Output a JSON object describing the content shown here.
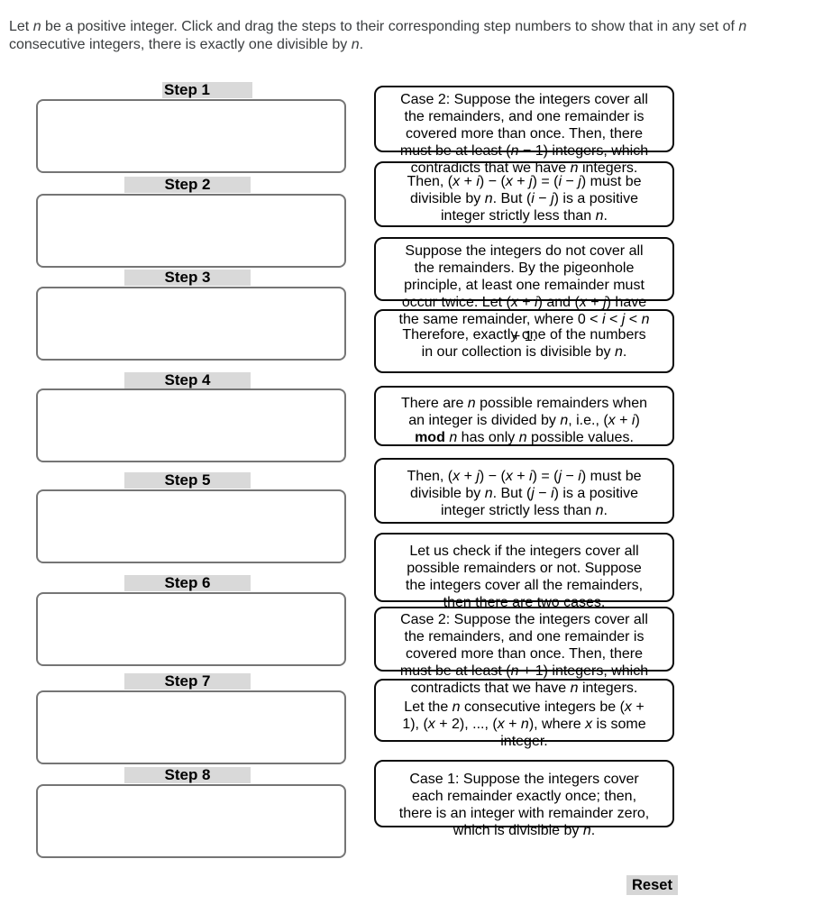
{
  "instructions": {
    "lines": [
      "Let *n* be a positive integer. Click and drag the steps to their corresponding step numbers to show that in any set of *n*",
      "consecutive integers, there is exactly one divisible by *n*."
    ]
  },
  "steps": [
    {
      "label": "Step 1"
    },
    {
      "label": "Step 2"
    },
    {
      "label": "Step 3"
    },
    {
      "label": "Step 4"
    },
    {
      "label": "Step 5"
    },
    {
      "label": "Step 6"
    },
    {
      "label": "Step 7"
    },
    {
      "label": "Step 8"
    }
  ],
  "cards": [
    {
      "lines": [
        "Case 2: Suppose the integers cover all",
        "the remainders, and one remainder is",
        "covered more than once. Then, there",
        "must be at least (*n* − 1) integers, which",
        "contradicts that we have *n* integers."
      ]
    },
    {
      "lines": [
        "Then, (*x* + *i*) − (*x* + *j*) = (*i* − *j*) must be",
        "divisible by *n*. But (*i* − *j*) is a positive",
        "integer strictly less than *n*."
      ]
    },
    {
      "lines": [
        "Suppose the integers do not cover all",
        "the remainders. By the pigeonhole",
        "principle, at least one remainder must",
        "occur twice. Let (*x* + *i*) and (*x* + *j*) have",
        "the same remainder, where 0 < *i* < *j* < *n*",
        "+ 1."
      ]
    },
    {
      "lines": [
        "Therefore, exactly one of the numbers",
        "in our collection is divisible by *n*."
      ]
    },
    {
      "lines": [
        "There are *n* possible remainders when",
        "an integer is divided by *n*, i.e., (*x* + *i*)",
        "**mod** *n* has only *n* possible values."
      ]
    },
    {
      "lines": [
        "Then, (*x* + *j*) − (*x* + *i*) = (*j* − *i*) must be",
        "divisible by *n*. But (*j* − *i*) is a positive",
        "integer strictly less than *n*."
      ]
    },
    {
      "lines": [
        "Let us check if the integers cover all",
        "possible remainders or not. Suppose",
        "the integers cover all the remainders,",
        "then there are two cases."
      ]
    },
    {
      "lines": [
        "Case 2: Suppose the integers cover all",
        "the remainders, and one remainder is",
        "covered more than once. Then, there",
        "must be at least (*n* + 1) integers, which",
        "contradicts that we have *n* integers."
      ]
    },
    {
      "lines": [
        "Let the *n* consecutive integers be (*x* +",
        "1), (*x* + 2), ..., (*x* + *n*), where *x* is some",
        "integer."
      ]
    },
    {
      "lines": [
        "Case 1: Suppose the integers cover",
        "each remainder exactly once; then,",
        "there is an integer with remainder zero,",
        "which is divisible by *n*."
      ]
    }
  ],
  "reset_label": "Reset",
  "colors": {
    "card_border": "#0a0a0a",
    "slot_border": "#757575",
    "label_background": "#d9d9d9",
    "reset_background": "#d6d6d6"
  }
}
